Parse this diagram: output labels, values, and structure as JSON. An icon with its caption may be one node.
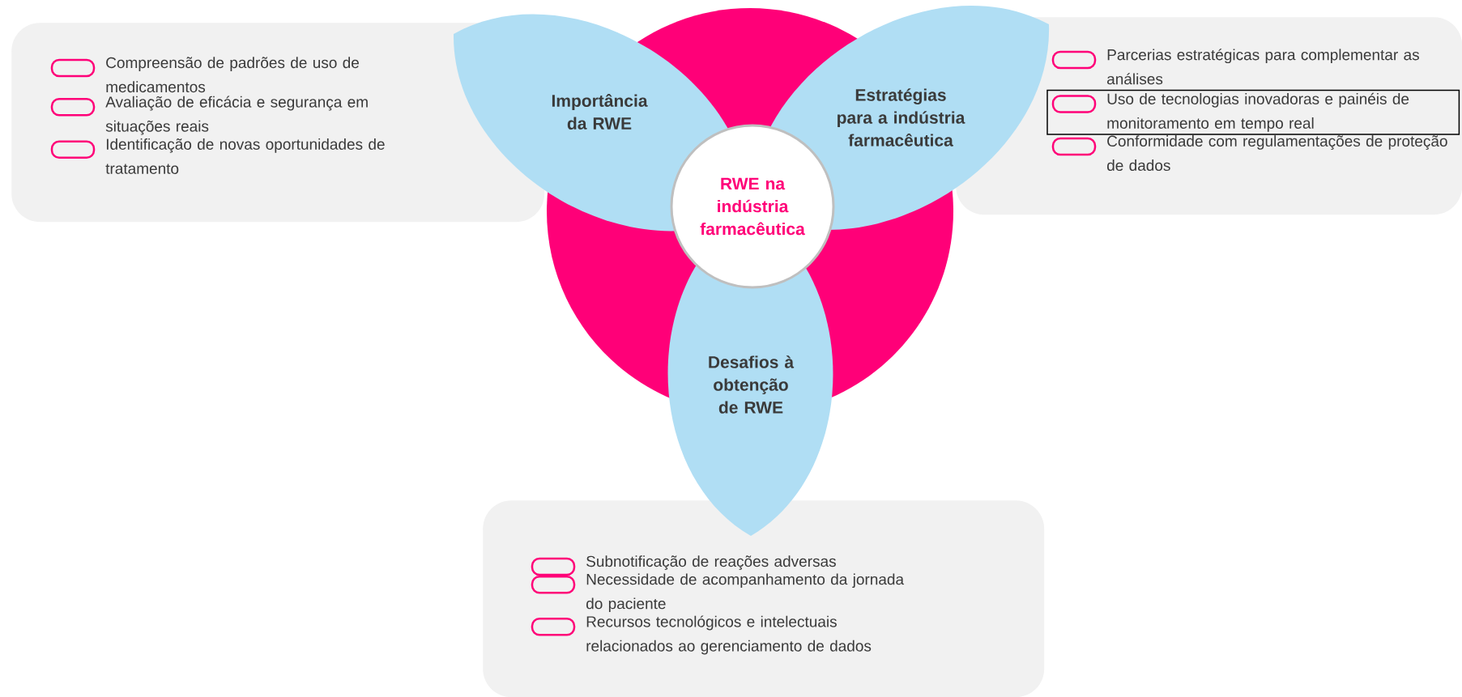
{
  "diagram": {
    "nodes": [
      {
        "text": [
          "Importância da RWE"
        ]
      },
      {
        "text": [
          "Estratégias para a indústria farmacêutica"
        ]
      },
      {
        "text": [
          "Desafios à obtenção de RWE"
        ]
      },
      {
        "text": [
          "RWE na indústria farmacêutica"
        ]
      },
      {
        "text": [
          "Compreensão de padrões de uso de medicamentos",
          "Avaliação de eficácia e segurança em situações reais",
          "Identificação de novas oportunidades de tratamento"
        ]
      },
      {
        "text": [
          "Parcerias estratégicas para complementar as análises",
          "Conformidade com regulamentações de proteção de dados"
        ]
      },
      {
        "text": [
          "Uso de tecnologias inovadoras e painéis de monitoramento em tempo real"
        ],
        "in": 5
      },
      {
        "text": [
          "Subnotificação de reações adversas",
          "Necessidade de acompanhamento da jornada do paciente",
          "Recursos tecnológicos e intelectuais relacionados ao gerenciamento de dados"
        ]
      }
    ]
  }
}
